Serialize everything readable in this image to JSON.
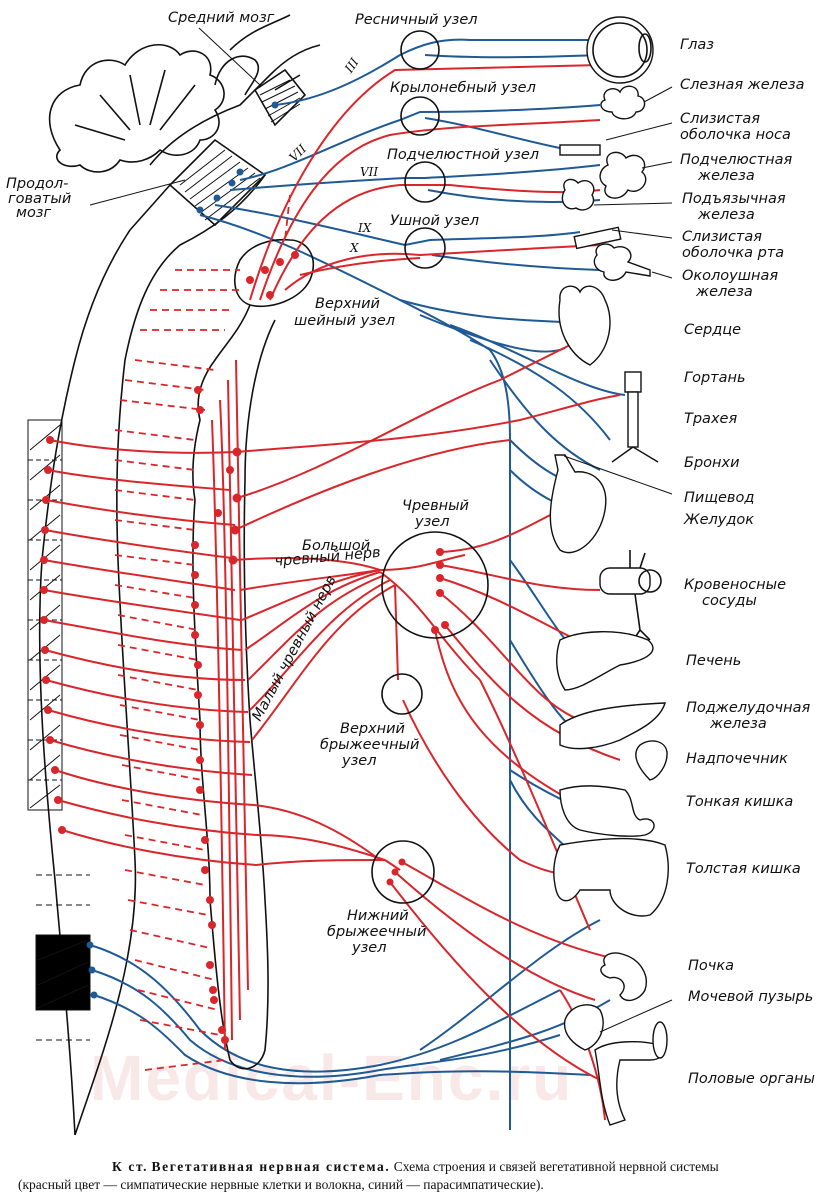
{
  "diagram": {
    "title": "Вегетативная нервная система",
    "colors": {
      "sympathetic": "#d9262b",
      "parasympathetic": "#1f5a94",
      "outline": "#111111"
    },
    "brain_labels": {
      "midbrain": "Средний мозг",
      "medulla_line1": "Продол-",
      "medulla_line2": "говатый",
      "medulla_line3": "мозг"
    },
    "cranial_nerves": {
      "n3": "III",
      "n7a": "VII",
      "n7b": "VII",
      "n9": "IX",
      "n10": "X"
    },
    "ganglia": {
      "ciliary": "Ресничный узел",
      "pterygopalatine": "Крылонебный узел",
      "submandibular": "Подчелюстной узел",
      "otic": "Ушной узел",
      "superior_cervical_line1": "Верхний",
      "superior_cervical_line2": "шейный узел",
      "celiac_line1": "Чревный",
      "celiac_line2": "узел",
      "greater_splanchnic_line1": "Большой",
      "greater_splanchnic_line2": "чревный нерв",
      "lesser_splanchnic": "Малый чревный нерв",
      "superior_mesenteric_line1": "Верхний",
      "superior_mesenteric_line2": "брыжеечный",
      "superior_mesenteric_line3": "узел",
      "inferior_mesenteric_line1": "Нижний",
      "inferior_mesenteric_line2": "брыжеечный",
      "inferior_mesenteric_line3": "узел"
    },
    "organs": [
      {
        "id": "eye",
        "lines": [
          "Глаз"
        ]
      },
      {
        "id": "lacrimal",
        "lines": [
          "Слезная железа"
        ]
      },
      {
        "id": "nasal-mucosa",
        "lines": [
          "Слизистая",
          "оболочка носа"
        ]
      },
      {
        "id": "submandibular-gland",
        "lines": [
          "Подчелюстная",
          "железа"
        ]
      },
      {
        "id": "sublingual-gland",
        "lines": [
          "Подъязычная",
          "железа"
        ]
      },
      {
        "id": "oral-mucosa",
        "lines": [
          "Слизистая",
          "оболочка рта"
        ]
      },
      {
        "id": "parotid-gland",
        "lines": [
          "Околоушная",
          "железа"
        ]
      },
      {
        "id": "heart",
        "lines": [
          "Сердце"
        ]
      },
      {
        "id": "larynx",
        "lines": [
          "Гортань"
        ]
      },
      {
        "id": "trachea",
        "lines": [
          "Трахея"
        ]
      },
      {
        "id": "bronchi",
        "lines": [
          "Бронхи"
        ]
      },
      {
        "id": "esophagus",
        "lines": [
          "Пищевод"
        ]
      },
      {
        "id": "stomach",
        "lines": [
          "Желудок"
        ]
      },
      {
        "id": "blood-vessels",
        "lines": [
          "Кровеносные",
          "сосуды"
        ]
      },
      {
        "id": "liver",
        "lines": [
          "Печень"
        ]
      },
      {
        "id": "pancreas",
        "lines": [
          "Поджелудочная",
          "железа"
        ]
      },
      {
        "id": "adrenal",
        "lines": [
          "Надпочечник"
        ]
      },
      {
        "id": "small-intestine",
        "lines": [
          "Тонкая кишка"
        ]
      },
      {
        "id": "large-intestine",
        "lines": [
          "Толстая кишка"
        ]
      },
      {
        "id": "kidney",
        "lines": [
          "Почка"
        ]
      },
      {
        "id": "bladder",
        "lines": [
          "Мочевой пузырь"
        ]
      },
      {
        "id": "genitals",
        "lines": [
          "Половые органы"
        ]
      }
    ],
    "watermark": "Medical-Enc.ru"
  },
  "caption": {
    "prefix": "К ст.",
    "title": "Вегетативная нервная система.",
    "line1_rest": "Схема строения и связей вегетативной нервной системы",
    "line2": "(красный цвет — симпатические нервные клетки и волокна, синий — парасимпатические)."
  }
}
